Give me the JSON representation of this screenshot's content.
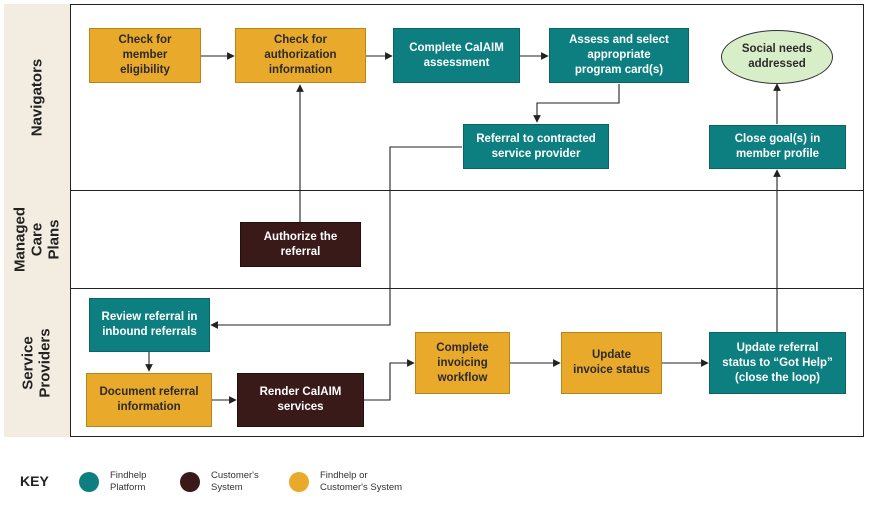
{
  "lanes": [
    {
      "name": "Navigators"
    },
    {
      "name": "Managed\nCare Plans"
    },
    {
      "name": "Service\nProviders"
    }
  ],
  "nodes": {
    "check_eligibility": "Check for\nmember\neligibility",
    "check_authorization": "Check for\nauthorization\ninformation",
    "complete_assessment": "Complete CalAIM\nassessment",
    "assess_program_card": "Assess and select\nappropriate\nprogram card(s)",
    "social_needs": "Social needs\naddressed",
    "referral_contracted": "Referral to contracted\nservice provider",
    "close_goals": "Close goal(s) in\nmember profile",
    "authorize_referral": "Authorize the\nreferral",
    "review_referral": "Review referral in\ninbound referrals",
    "document_referral": "Document referral\ninformation",
    "render_services": "Render CalAIM\nservices",
    "complete_invoicing": "Complete\ninvoicing\nworkflow",
    "update_invoice": "Update\ninvoice status",
    "update_referral_status": "Update referral\nstatus to “Got Help”\n(close the loop)"
  },
  "key": {
    "title": "KEY",
    "items": [
      {
        "label": "Findhelp\nPlatform",
        "color": "#0e7f80"
      },
      {
        "label": "Customer's\nSystem",
        "color": "#3a1a18"
      },
      {
        "label": "Findhelp or\nCustomer's System",
        "color": "#e9a92a"
      }
    ]
  },
  "colors": {
    "findhelp": "#0e7f80",
    "customer": "#3a1a18",
    "either": "#e9a92a",
    "outcome": "#d8eec8",
    "lane_label_bg": "#f3ece1"
  }
}
